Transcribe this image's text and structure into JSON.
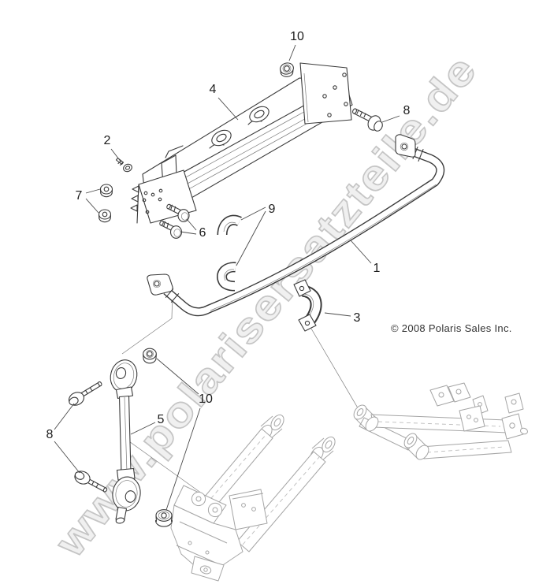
{
  "watermark": {
    "text": "www.polarisersatzteile.de"
  },
  "copyright": {
    "text": "© 2008 Polaris Sales Inc."
  },
  "callouts": {
    "c1": {
      "label": "1"
    },
    "c2": {
      "label": "2"
    },
    "c3": {
      "label": "3"
    },
    "c4": {
      "label": "4"
    },
    "c5": {
      "label": "5"
    },
    "c6": {
      "label": "6"
    },
    "c7": {
      "label": "7"
    },
    "c8_top": {
      "label": "8"
    },
    "c8_bottom": {
      "label": "8"
    },
    "c9": {
      "label": "9"
    },
    "c10_top": {
      "label": "10"
    },
    "c10_bottom": {
      "label": "10"
    }
  },
  "colors": {
    "line": "#3a3a3a",
    "reference_part_gray": "#a5a5a5",
    "watermark_gray": "#c5c5c5",
    "background": "#ffffff"
  }
}
